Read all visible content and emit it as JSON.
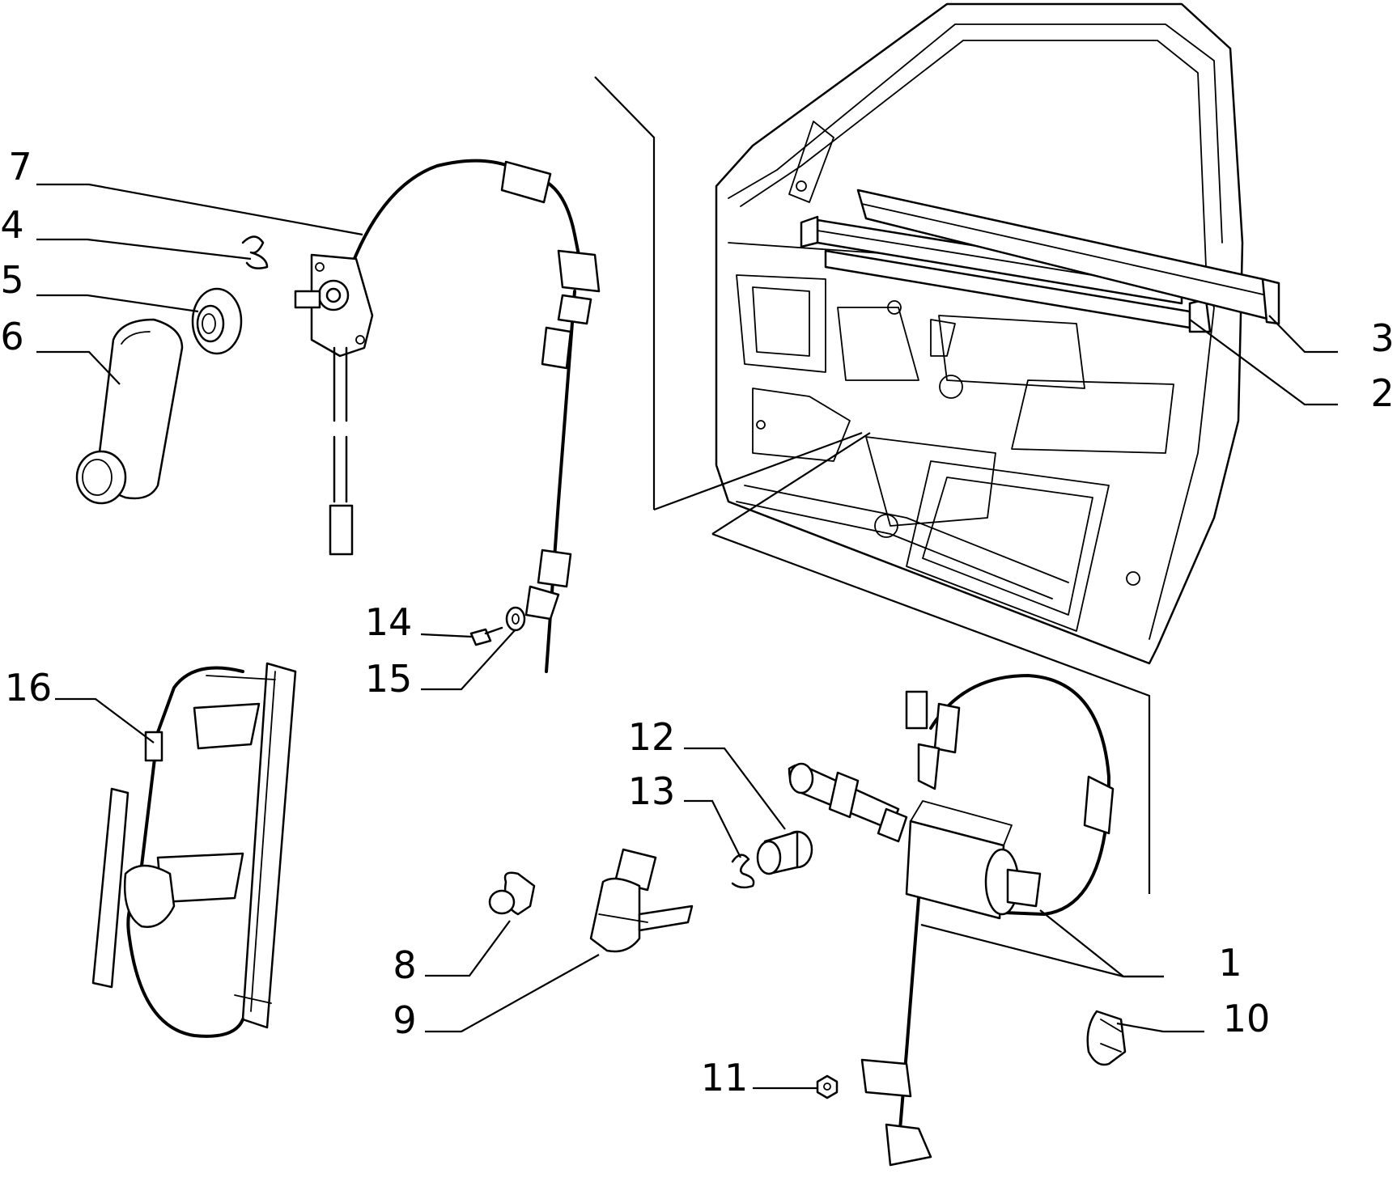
{
  "callouts": [
    {
      "id": "1",
      "text": "1"
    },
    {
      "id": "2",
      "text": "2"
    },
    {
      "id": "3",
      "text": "3"
    },
    {
      "id": "4",
      "text": "4"
    },
    {
      "id": "5",
      "text": "5"
    },
    {
      "id": "6",
      "text": "6"
    },
    {
      "id": "7",
      "text": "7"
    },
    {
      "id": "8",
      "text": "8"
    },
    {
      "id": "9",
      "text": "9"
    },
    {
      "id": "10",
      "text": "10"
    },
    {
      "id": "11",
      "text": "11"
    },
    {
      "id": "12",
      "text": "12"
    },
    {
      "id": "13",
      "text": "13"
    },
    {
      "id": "14",
      "text": "14"
    },
    {
      "id": "15",
      "text": "15"
    },
    {
      "id": "16",
      "text": "16"
    }
  ]
}
